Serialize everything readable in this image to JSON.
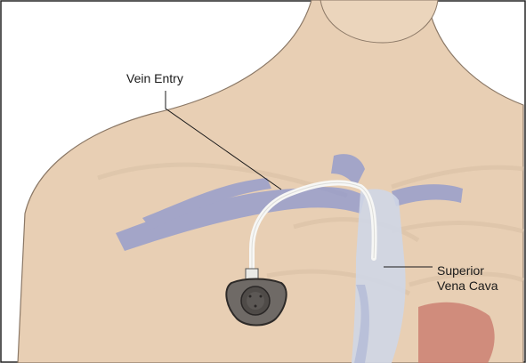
{
  "labels": {
    "vein_entry": "Vein Entry",
    "svc_line1": "Superior",
    "svc_line2": "Vena Cava"
  },
  "colors": {
    "skin": "#e8cfb4",
    "skin_outline": "#8b7866",
    "vein": "#8c97cf",
    "vena_cava": "#cfd6e6",
    "catheter": "#f7f7f5",
    "port_body": "#6f6a66",
    "lung": "#c97a6e"
  }
}
